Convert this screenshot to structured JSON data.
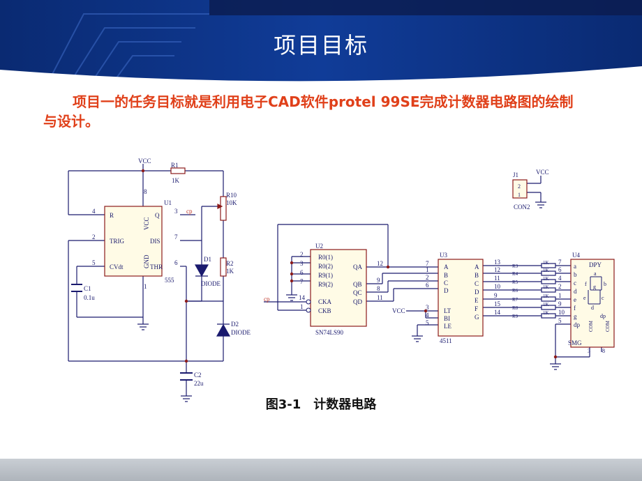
{
  "title": "项目目标",
  "paragraph": "项目一的任务目标就是利用电子CAD软件protel 99SE完成计数器电路图的绘制与设计。",
  "caption": {
    "figure_no": "图3-1",
    "text": "计数器电路"
  },
  "schematic": {
    "vcc": "VCC",
    "cp": "cp",
    "r1": {
      "ref": "R1",
      "value": "1K"
    },
    "r10": {
      "ref": "R10",
      "value": "10K"
    },
    "r2": {
      "ref": "R2",
      "value": "1K"
    },
    "u1": {
      "ref": "U1",
      "part": "555",
      "pin_r": "R",
      "pin_trig": "TRIG",
      "pin_cv": "CVdt",
      "pin_q": "Q",
      "pin_dis": "DIS",
      "pin_thr": "THR",
      "pin_vcc": "VCC",
      "pin_gnd": "GND",
      "num_4": "4",
      "num_2": "2",
      "num_5": "5",
      "num_3": "3",
      "num_7": "7",
      "num_6": "6",
      "num_8": "8",
      "num_1": "1"
    },
    "c1": {
      "ref": "C1",
      "value": "0.1u"
    },
    "c2": {
      "ref": "C2",
      "value": "22u"
    },
    "d1": {
      "ref": "D1",
      "value": "DIODE"
    },
    "d2": {
      "ref": "D2",
      "value": "DIODE"
    },
    "u2": {
      "ref": "U2",
      "part": "SN74LS90",
      "inputs": [
        "R0(1)",
        "R0(2)",
        "R9(1)",
        "R9(2)"
      ],
      "input_nums": [
        "2",
        "3",
        "6",
        "7"
      ],
      "clocks": [
        "CKA",
        "CKB"
      ],
      "clock_nums": [
        "14",
        "1"
      ],
      "outputs": [
        "QA",
        "QB",
        "QC",
        "QD"
      ],
      "output_nums": [
        "12",
        "9",
        "8",
        "11"
      ]
    },
    "u3": {
      "ref": "U3",
      "part": "4511",
      "inputs": [
        "A",
        "B",
        "C",
        "D"
      ],
      "input_nums": [
        "7",
        "1",
        "2",
        "6"
      ],
      "controls": [
        "LT",
        "BI",
        "LE"
      ],
      "control_nums": [
        "3",
        "4",
        "5"
      ],
      "outputs": [
        "A",
        "B",
        "C",
        "D",
        "E",
        "F",
        "G"
      ],
      "output_nums": [
        "13",
        "12",
        "11",
        "10",
        "9",
        "15",
        "14"
      ]
    },
    "resistors": [
      "R3",
      "R4",
      "R5",
      "R6",
      "R7",
      "R8",
      "R9"
    ],
    "resistor_value": "1K",
    "u4": {
      "ref": "U4",
      "part": "SMG",
      "label": "DPY",
      "pins": [
        "a",
        "b",
        "c",
        "d",
        "e",
        "f",
        "g",
        "dp"
      ],
      "pin_nums": [
        "7",
        "6",
        "4",
        "2",
        "1",
        "9",
        "10",
        "5"
      ],
      "seg_labels": [
        "a",
        "b",
        "c",
        "d",
        "e",
        "f",
        "g",
        "dp"
      ],
      "com": "COM",
      "com_nums": [
        "3",
        "8"
      ]
    },
    "j1": {
      "ref": "J1",
      "part": "CON2",
      "pins": [
        "2",
        "1"
      ]
    }
  }
}
